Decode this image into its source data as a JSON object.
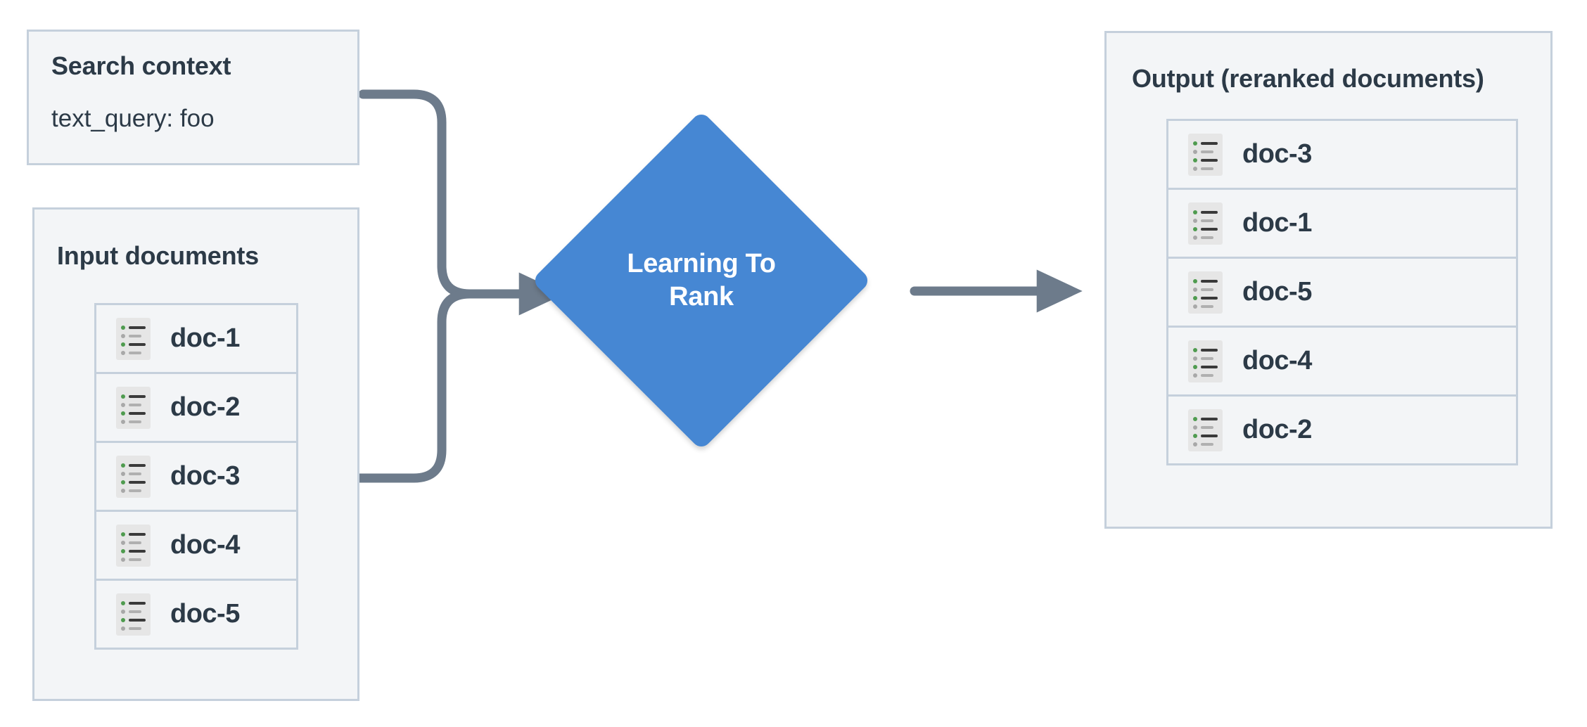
{
  "diagram": {
    "type": "flow-diagram",
    "title": "Learning To Rank reranking flow",
    "colors": {
      "panel_fill": "#f3f5f7",
      "panel_border": "#c5d0dc",
      "text": "#2c3a47",
      "node_blue": "#4687d3",
      "edge_gray": "#6d7b8b",
      "icon_bullet_green": "#4f9b4f",
      "icon_bullet_gray": "#a8a8a8",
      "icon_background": "#e6e6e6"
    }
  },
  "search_context": {
    "title": "Search context",
    "query_label": "text_query: foo"
  },
  "input_documents": {
    "title": "Input documents",
    "docs": [
      {
        "label": "doc-1"
      },
      {
        "label": "doc-2"
      },
      {
        "label": "doc-3"
      },
      {
        "label": "doc-4"
      },
      {
        "label": "doc-5"
      }
    ]
  },
  "ltr_node": {
    "line1": "Learning To",
    "line2": "Rank"
  },
  "output": {
    "title": "Output (reranked documents)",
    "docs": [
      {
        "label": "doc-3"
      },
      {
        "label": "doc-1"
      },
      {
        "label": "doc-5"
      },
      {
        "label": "doc-4"
      },
      {
        "label": "doc-2"
      }
    ]
  },
  "icons": {
    "document_list_icon": "document-list-icon",
    "arrow_icon": "arrow-right-icon"
  },
  "edges": [
    {
      "from": "search-context",
      "to": "ltr-node",
      "style": "orthogonal-rounded",
      "arrowhead": true
    },
    {
      "from": "input-documents",
      "to": "ltr-node",
      "style": "orthogonal-rounded",
      "arrowhead": true
    },
    {
      "from": "ltr-node",
      "to": "output",
      "style": "straight",
      "arrowhead": true
    }
  ]
}
